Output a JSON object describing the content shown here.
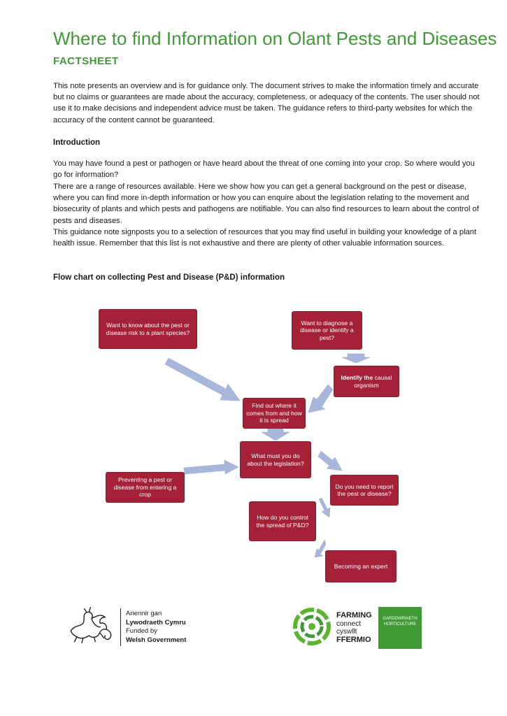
{
  "header": {
    "title": "Where to find Information on Olant Pests and Diseases",
    "subtitle": "FACTSHEET"
  },
  "disclaimer": "This note presents an overview and is for guidance only. The document strives to make the information timely and accurate but no claims or guarantees are made about the accuracy, completeness, or adequacy of the contents. The user should not use it to make decisions and independent advice must be taken. The guidance refers to third-party websites for which the accuracy of the content cannot be guaranteed.",
  "introduction": {
    "heading": "Introduction",
    "p1": "You may have found a pest or pathogen or have heard about the threat of one coming into your crop. So where would you go for information?",
    "p2": "There are a range of resources available. Here we show how you can get a general background on the pest or disease, where you can find more in-depth information or how you can enquire about the legislation relating to the movement and biosecurity of plants and which pests and pathogens are notifiable. You can also find resources to learn about the control of pests and diseases.",
    "p3": "This guidance note signposts you to a selection of resources that you may find useful in building your knowledge of a plant health issue. Remember that this list is not exhaustive and there are plenty of other valuable information sources."
  },
  "flowchart": {
    "heading": "Flow chart on collecting Pest and Disease (P&D) information",
    "box_risk": "Want to know about the pest or disease risk to a plant species?",
    "box_diagnose": "Want to diagnose a disease or identify a pest?",
    "box_identify_bold": "Identify the",
    "box_identify_rest": " causal organism",
    "box_find_out": "Find out where it comes from and how it is spread",
    "box_legislation": "What must you do about the legislation?",
    "box_preventing": "Preventing a pest or disease from entering a crop",
    "box_report": "Do you need to report the pest or disease?",
    "box_control": "How do you control the spread of P&D?",
    "box_expert": "Becoming an expert",
    "colors": {
      "box": "#a52138",
      "arrow": "#a8b6dc"
    }
  },
  "footer": {
    "wg_line1": "Ariennir gan",
    "wg_line2": "Lywodraeth Cymru",
    "wg_line3": "Funded by",
    "wg_line4": "Welsh Government",
    "fc_line1": "FARMING",
    "fc_line2": "connect",
    "fc_line3": "cyswllt",
    "fc_line4": "FFERMIO",
    "hort_line1": "GARDDWRIAETH",
    "hort_line2": "HORTICULTURE"
  }
}
